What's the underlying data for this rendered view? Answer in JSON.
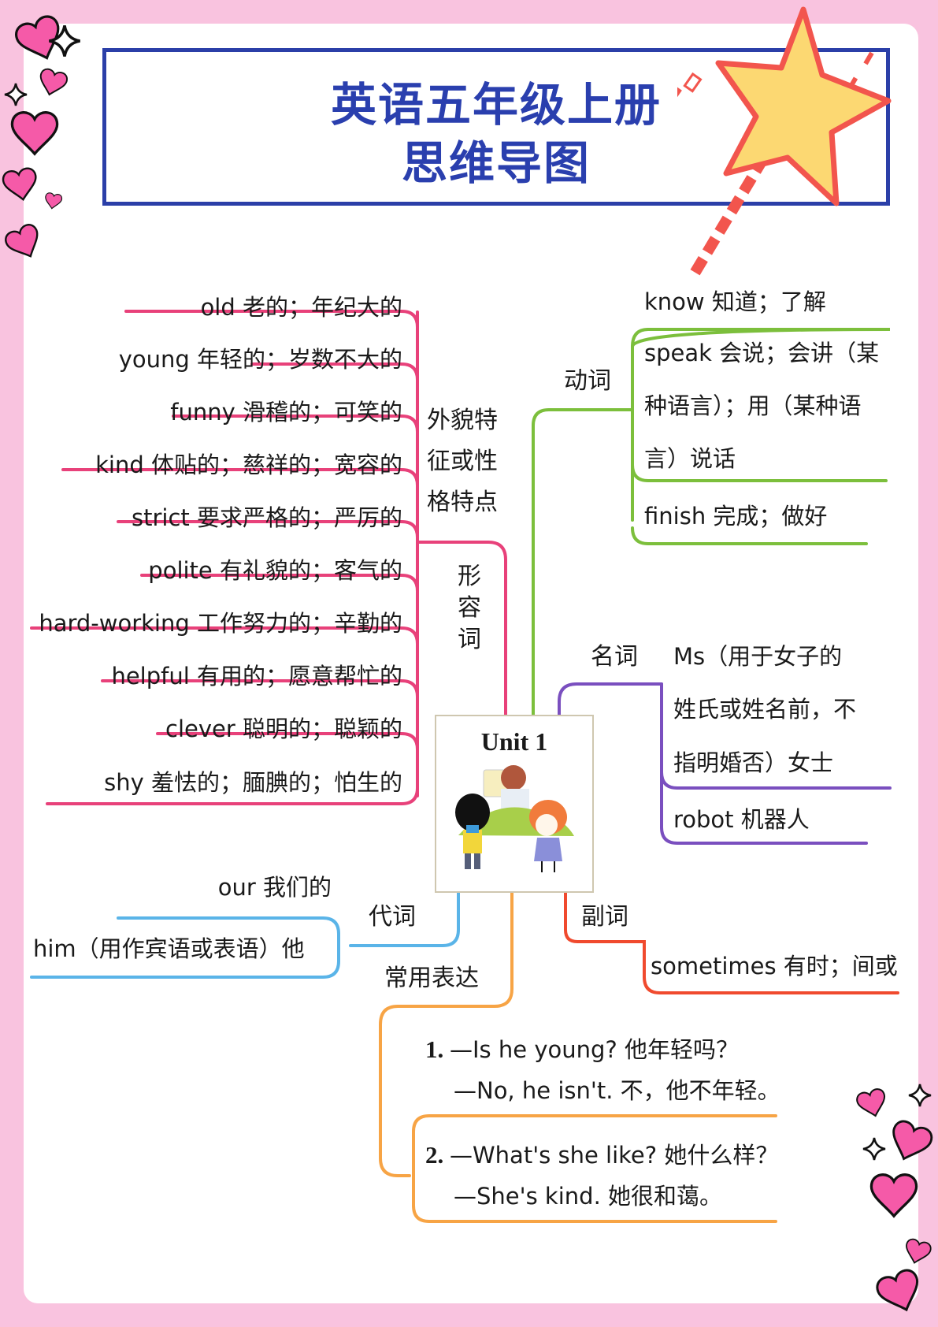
{
  "header": {
    "title_line1": "英语五年级上册",
    "title_line2": "思维导图"
  },
  "center": {
    "label": "Unit 1",
    "illustration": "children-with-dinosaur-illustration"
  },
  "branches": {
    "adjectives": {
      "label": "形容词",
      "sub_label": "外貌特征或性格特点",
      "sub_label_lines": [
        "外貌特",
        "征或性",
        "格特点"
      ],
      "color": "#e8417a",
      "items": [
        "old 老的；年纪大的",
        "young 年轻的；岁数不大的",
        "funny 滑稽的；可笑的",
        "kind 体贴的；慈祥的；宽容的",
        "strict 要求严格的；严厉的",
        "polite 有礼貌的；客气的",
        "hard-working 工作努力的；辛勤的",
        "helpful 有用的；愿意帮忙的",
        "clever 聪明的；聪颖的",
        "shy 羞怯的；腼腆的；怕生的"
      ]
    },
    "verbs": {
      "label": "动词",
      "color": "#7cbf3c",
      "items": [
        {
          "lines": [
            "know 知道；了解"
          ]
        },
        {
          "lines": [
            "speak 会说；会讲（某",
            "种语言）；用（某种语",
            "言）说话"
          ]
        },
        {
          "lines": [
            "finish 完成；做好"
          ]
        }
      ]
    },
    "nouns": {
      "label": "名词",
      "color": "#7a4fbf",
      "items": [
        {
          "lines": [
            "Ms（用于女子的",
            "姓氏或姓名前，不",
            "指明婚否）女士"
          ]
        },
        {
          "lines": [
            "robot 机器人"
          ]
        }
      ]
    },
    "pronouns": {
      "label": "代词",
      "color": "#5ab4e8",
      "items": [
        "our 我们的",
        "him（用作宾语或表语）他"
      ]
    },
    "adverbs": {
      "label": "副词",
      "color": "#f04a2e",
      "items": [
        "sometimes 有时；间或"
      ]
    },
    "expressions": {
      "label": "常用表达",
      "color": "#f7a445",
      "items": [
        {
          "num": "1.",
          "q": "—Is he young?  他年轻吗？",
          "a": "—No, he isn't. 不，他不年轻。"
        },
        {
          "num": "2.",
          "q": "—What's she like?  她什么样？",
          "a": "—She's kind. 她很和蔼。"
        }
      ]
    }
  },
  "decorations": {
    "hearts_color": "#f55aa8",
    "star_wand": "yellow-star-wand",
    "frame_color": "#f9c3df",
    "title_color": "#2a3fae"
  }
}
